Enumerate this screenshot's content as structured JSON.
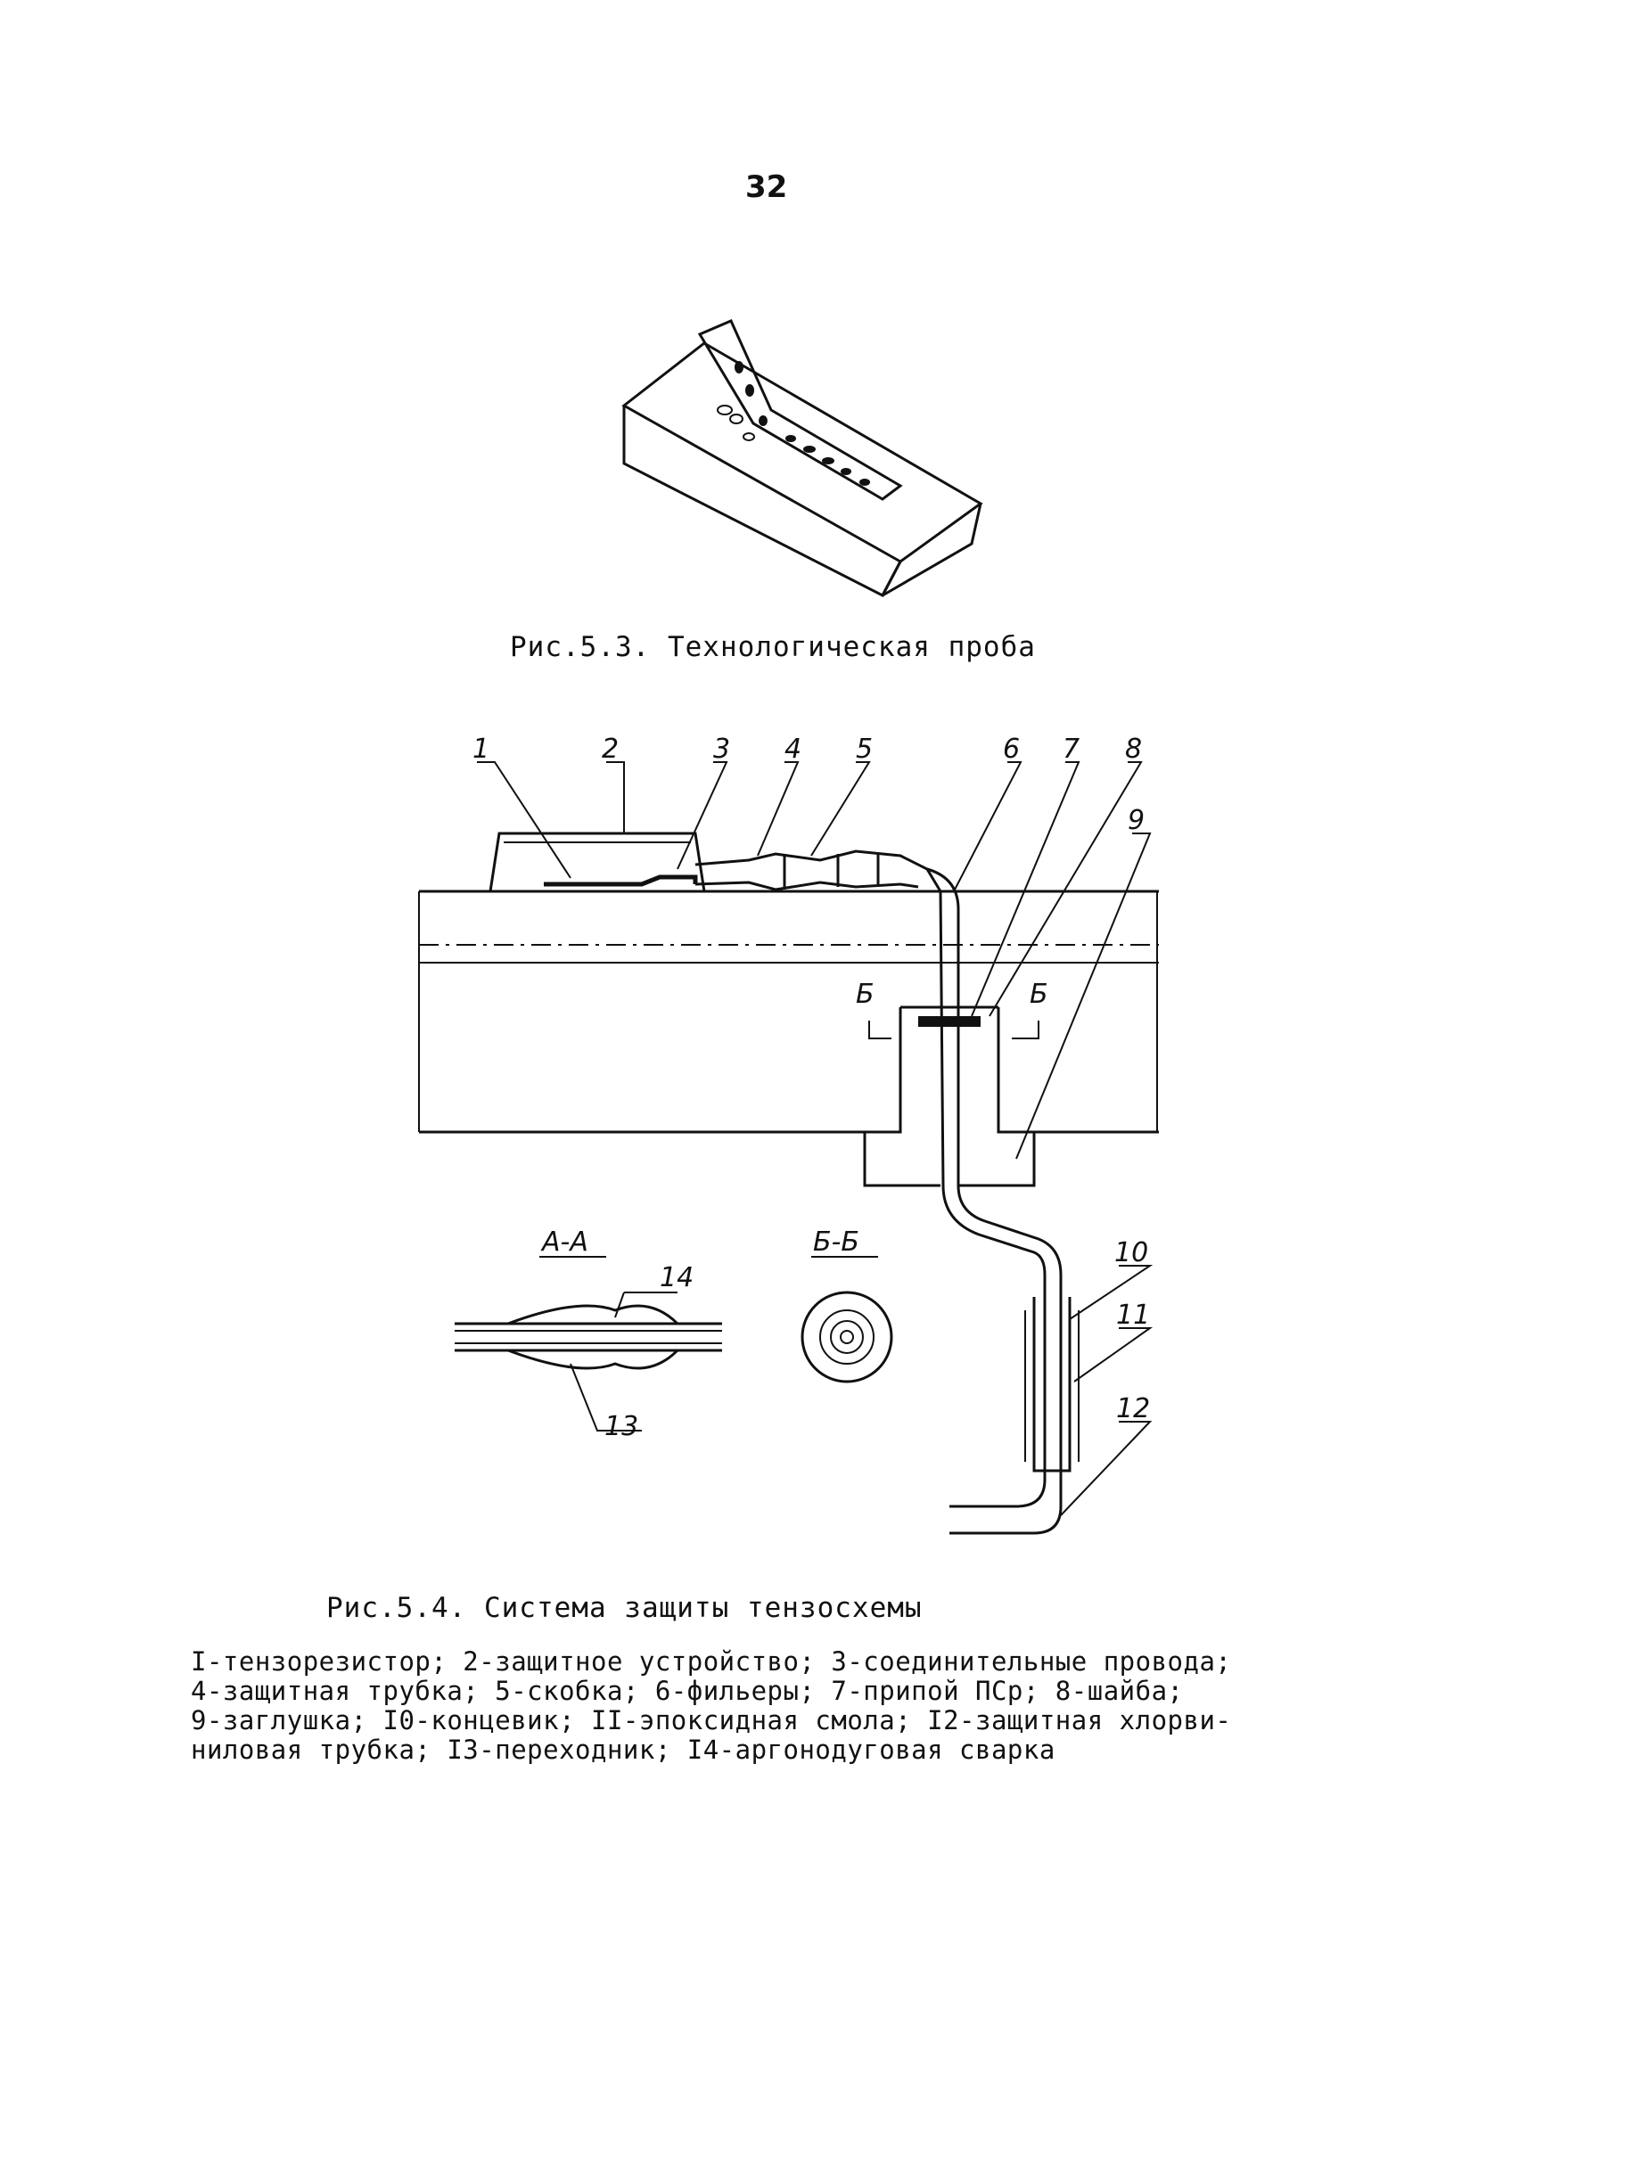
{
  "page_number": "32",
  "figure_5_3": {
    "caption": "Рис.5.3. Технологическая проба"
  },
  "figure_5_4": {
    "caption": "Рис.5.4. Система защиты тензосхемы",
    "callouts": [
      "1",
      "2",
      "3",
      "4",
      "5",
      "6",
      "7",
      "8",
      "9",
      "10",
      "11",
      "12",
      "13",
      "14"
    ],
    "section_marks": {
      "b_left": "Б",
      "b_right": "Б",
      "section_aa": "А-А",
      "section_bb": "Б-Б"
    }
  },
  "legend": {
    "lines": [
      "I-тензорезистор; 2-защитное устройство; 3-соединительные провода;",
      "4-защитная трубка; 5-скобка; 6-фильеры; 7-припой ПСр; 8-шайба;",
      "9-заглушка; I0-концевик; II-эпоксидная смола; I2-защитная хлорви-",
      "ниловая трубка; I3-переходник; I4-аргонодуговая сварка"
    ]
  }
}
